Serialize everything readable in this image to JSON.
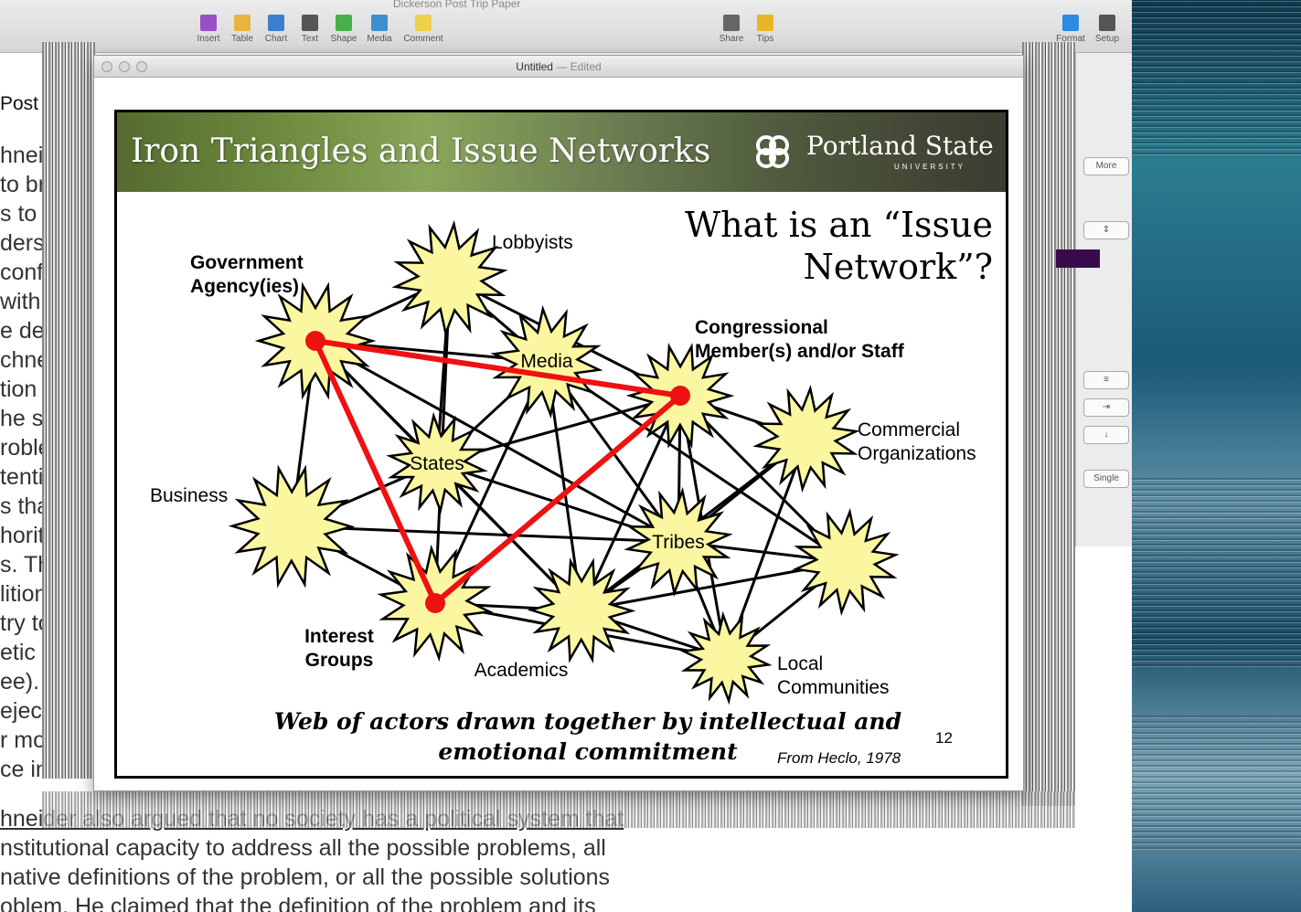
{
  "pages_app": {
    "doc_title": "Dickerson Post Trip Paper",
    "toolbar": [
      {
        "label": "Insert",
        "icon": "insert-icon",
        "color": "#9a4fc7"
      },
      {
        "label": "Table",
        "icon": "table-icon",
        "color": "#e8b440"
      },
      {
        "label": "Chart",
        "icon": "chart-icon",
        "color": "#3b7fd1"
      },
      {
        "label": "Text",
        "icon": "text-icon",
        "color": "#555555"
      },
      {
        "label": "Shape",
        "icon": "shape-icon",
        "color": "#46b04a"
      },
      {
        "label": "Media",
        "icon": "media-icon",
        "color": "#3b8fd1"
      },
      {
        "label": "Comment",
        "icon": "comment-icon",
        "color": "#f0cf4a"
      },
      {
        "label": "Share",
        "icon": "share-icon",
        "color": "#666666"
      },
      {
        "label": "Tips",
        "icon": "tips-icon",
        "color": "#e9b525"
      },
      {
        "label": "Format",
        "icon": "format-brush-icon",
        "color": "#2a8be0"
      },
      {
        "label": "Setup",
        "icon": "gear-icon",
        "color": "#555555"
      }
    ]
  },
  "back_document": {
    "title_fragment": "Post Trip Pa",
    "lines": [
      "hneider w",
      "to broa",
      "s to gai",
      "ders tha",
      "conflict",
      "with slo",
      "e debate",
      "chneide",
      "tion of d",
      "he scop",
      "roblem",
      "tention",
      "s that lo",
      "horitati",
      "s. Third",
      "lition w",
      "try to fi",
      "etic (pe",
      "ee). The",
      "eject thi",
      "r more p",
      "ce in DC"
    ],
    "bottom_lines": [
      "hneider also argued that no society has a political system that",
      "nstitutional capacity to address all the possible problems, all",
      "native definitions of the problem, or all the possible solutions",
      "oblem. He claimed that the definition of the problem and its"
    ]
  },
  "inspector": {
    "more_button": "More",
    "single_label": "Single",
    "swatch_color": "#3a0b4a"
  },
  "front_window": {
    "title": "Untitled",
    "status": "— Edited",
    "slide": {
      "banner_title": "Iron Triangles and Issue Networks",
      "logo_name": "Portland State",
      "logo_sub": "UNIVERSITY",
      "heading": "What is an “Issue Network”?",
      "caption": "Web of actors drawn together by intellectual and emotional commitment",
      "page_number": "12",
      "citation": "From Heclo, 1978",
      "node_labels": {
        "government": [
          "Government",
          "Agency(ies)"
        ],
        "lobbyists": "Lobbyists",
        "media": "Media",
        "congress": [
          "Congressional",
          "Member(s) and/or Staff"
        ],
        "commercial": [
          "Commercial",
          "Organizations"
        ],
        "states": "States",
        "business": "Business",
        "tribes": "Tribes",
        "interest": [
          "Interest",
          "Groups"
        ],
        "academics": "Academics",
        "local": [
          "Local",
          "Communities"
        ]
      }
    }
  },
  "colors": {
    "starburst_fill": "#fbf7a0",
    "triangle": "#ee1111",
    "edge": "#000000"
  }
}
